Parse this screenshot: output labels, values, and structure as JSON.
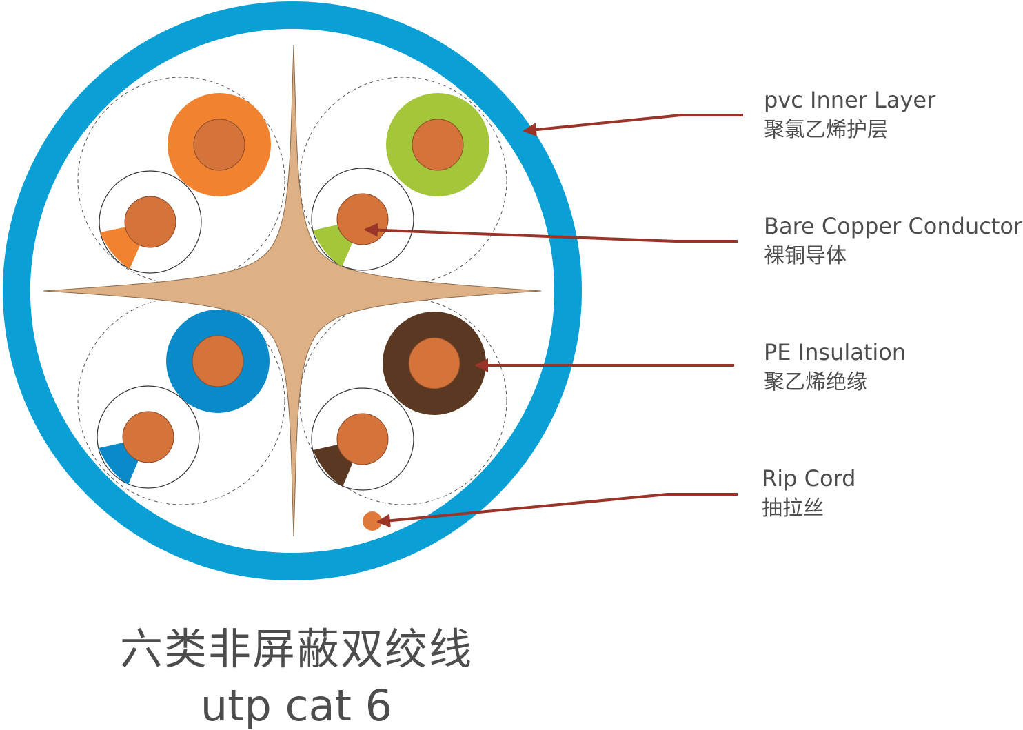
{
  "colors": {
    "jacket": "#0aa0d6",
    "copper": "#d4733a",
    "cross_filler": "#deb086",
    "arrow": "#9a3328",
    "text": "#4d4d4d",
    "pair_orange": "#f08230",
    "pair_green": "#a3c63a",
    "pair_blue": "#0a8ac8",
    "pair_brown": "#5a3822",
    "ripcord": "#e0783a"
  },
  "labels": [
    {
      "id": "pvc",
      "en": "pvc Inner Layer",
      "cn": "聚氯乙烯护层"
    },
    {
      "id": "copper",
      "en": "Bare Copper Conductor",
      "cn": "裸铜导体"
    },
    {
      "id": "pe",
      "en": "PE Insulation",
      "cn": "聚乙烯绝缘"
    },
    {
      "id": "rip",
      "en": "Rip Cord",
      "cn": "抽拉丝"
    }
  ],
  "caption": {
    "cn": "六类非屏蔽双绞线",
    "en": "utp cat 6"
  }
}
